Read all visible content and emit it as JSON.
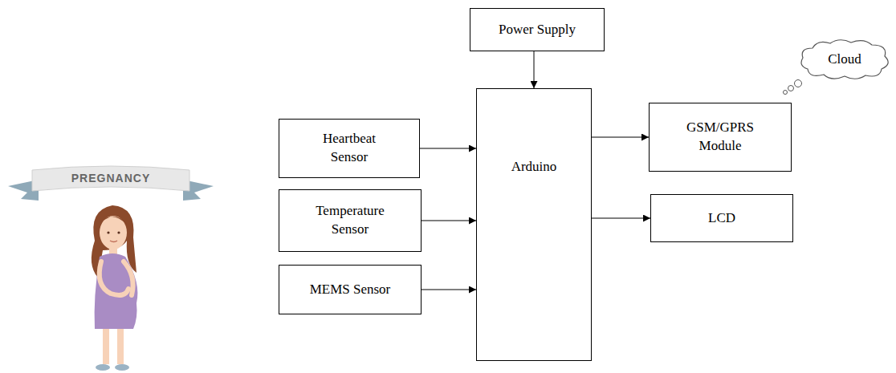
{
  "diagram": {
    "nodes": [
      {
        "text": [
          "Power Supply"
        ]
      },
      {
        "text": [
          "Heartbeat Sensor"
        ]
      },
      {
        "text": [
          "Temperature Sensor"
        ]
      },
      {
        "text": [
          "MEMS Sensor"
        ]
      },
      {
        "text": [
          "Arduino"
        ]
      },
      {
        "text": [
          "GSM/GPRS Module"
        ]
      },
      {
        "text": [
          "LCD"
        ]
      },
      {
        "text": [
          "Cloud"
        ]
      }
    ],
    "edges": [
      {
        "from": 0,
        "to": 4,
        "arrow": "to"
      },
      {
        "from": 1,
        "to": 4,
        "arrow": "to"
      },
      {
        "from": 2,
        "to": 4,
        "arrow": "to"
      },
      {
        "from": 3,
        "to": 4,
        "arrow": "to"
      },
      {
        "from": 4,
        "to": 5,
        "arrow": "to"
      },
      {
        "from": 4,
        "to": 6,
        "arrow": "to"
      }
    ],
    "labels": [
      "PREGNANCY"
    ]
  }
}
